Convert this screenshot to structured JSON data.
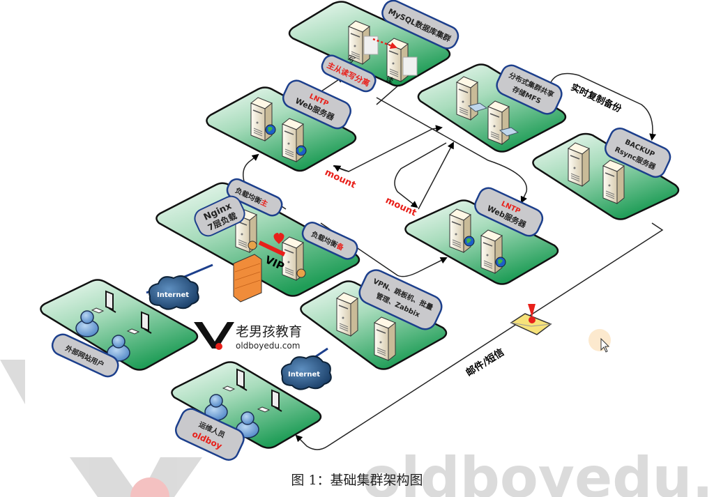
{
  "caption": "图 1：基础集群架构图",
  "colors": {
    "platform_light": "#e8f6ee",
    "platform_dark": "#1f9d57",
    "tag_fill": "#c9c9cc",
    "tag_border": "#1c3f8c",
    "accent_red": "#e8201a",
    "cloud": "#2c5f8f"
  },
  "nodes": {
    "mysql": {
      "label_line1": "MySQL数据库集群",
      "write_label": "写",
      "read_label": "读"
    },
    "rw_split": {
      "label": "主从读写分离"
    },
    "web_top": {
      "label_red": "LNTP",
      "label_line2": "Web服务器"
    },
    "mfs": {
      "label_line1": "分布式集群共享",
      "label_line2": "存储MFS"
    },
    "backup": {
      "label_line1": "BACKUP",
      "label_line2": "Rsync服务器"
    },
    "lb": {
      "nginx_line1": "Nginx",
      "nginx_line2": "7层负载",
      "master_prefix": "负载均衡",
      "master_suffix": "主",
      "backup_prefix": "负载均衡",
      "backup_suffix": "备",
      "vip": "VIP"
    },
    "web_bottom": {
      "label_red": "LNTP",
      "label_line2": "Web服务器"
    },
    "ops_tools": {
      "label_line1": "VPN、跳板机、批量",
      "label_line2": "管理、Zabbix"
    },
    "ext_users": {
      "label": "外部网站用户"
    },
    "ops_staff": {
      "label_line1": "运维人员",
      "label_red": "oldboy"
    }
  },
  "edges": {
    "realtime_backup": "实时复制备份",
    "mount_1": "mount",
    "mount_2": "mount",
    "mail_sms": "邮件/短信",
    "internet_1": "Internet",
    "internet_2": "Internet"
  },
  "logo": {
    "cn": "老男孩教育",
    "en": "oldboyedu.com"
  },
  "watermark": "oldboyedu.com"
}
